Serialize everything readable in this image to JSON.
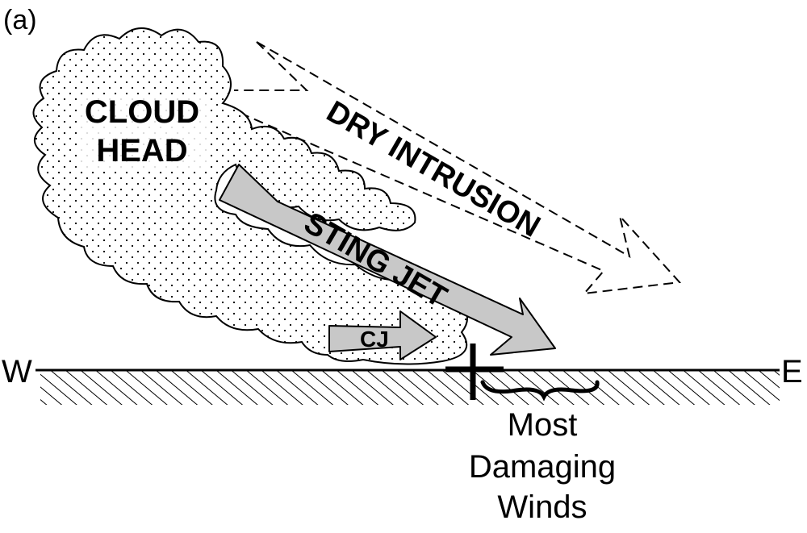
{
  "panel_label": "(a)",
  "labels": {
    "cloud_head_line1": "CLOUD",
    "cloud_head_line2": "HEAD",
    "dry_intrusion": "DRY INTRUSION",
    "sting_jet": "STING JET",
    "cold_jet": "CJ",
    "west": "W",
    "east": "E",
    "damaging_line1": "Most",
    "damaging_line2": "Damaging",
    "damaging_line3": "Winds"
  },
  "colors": {
    "ink": "#000000",
    "arrow_fill": "#c8c8c8",
    "cloud_fill": "#ffffff",
    "background": "#ffffff"
  }
}
